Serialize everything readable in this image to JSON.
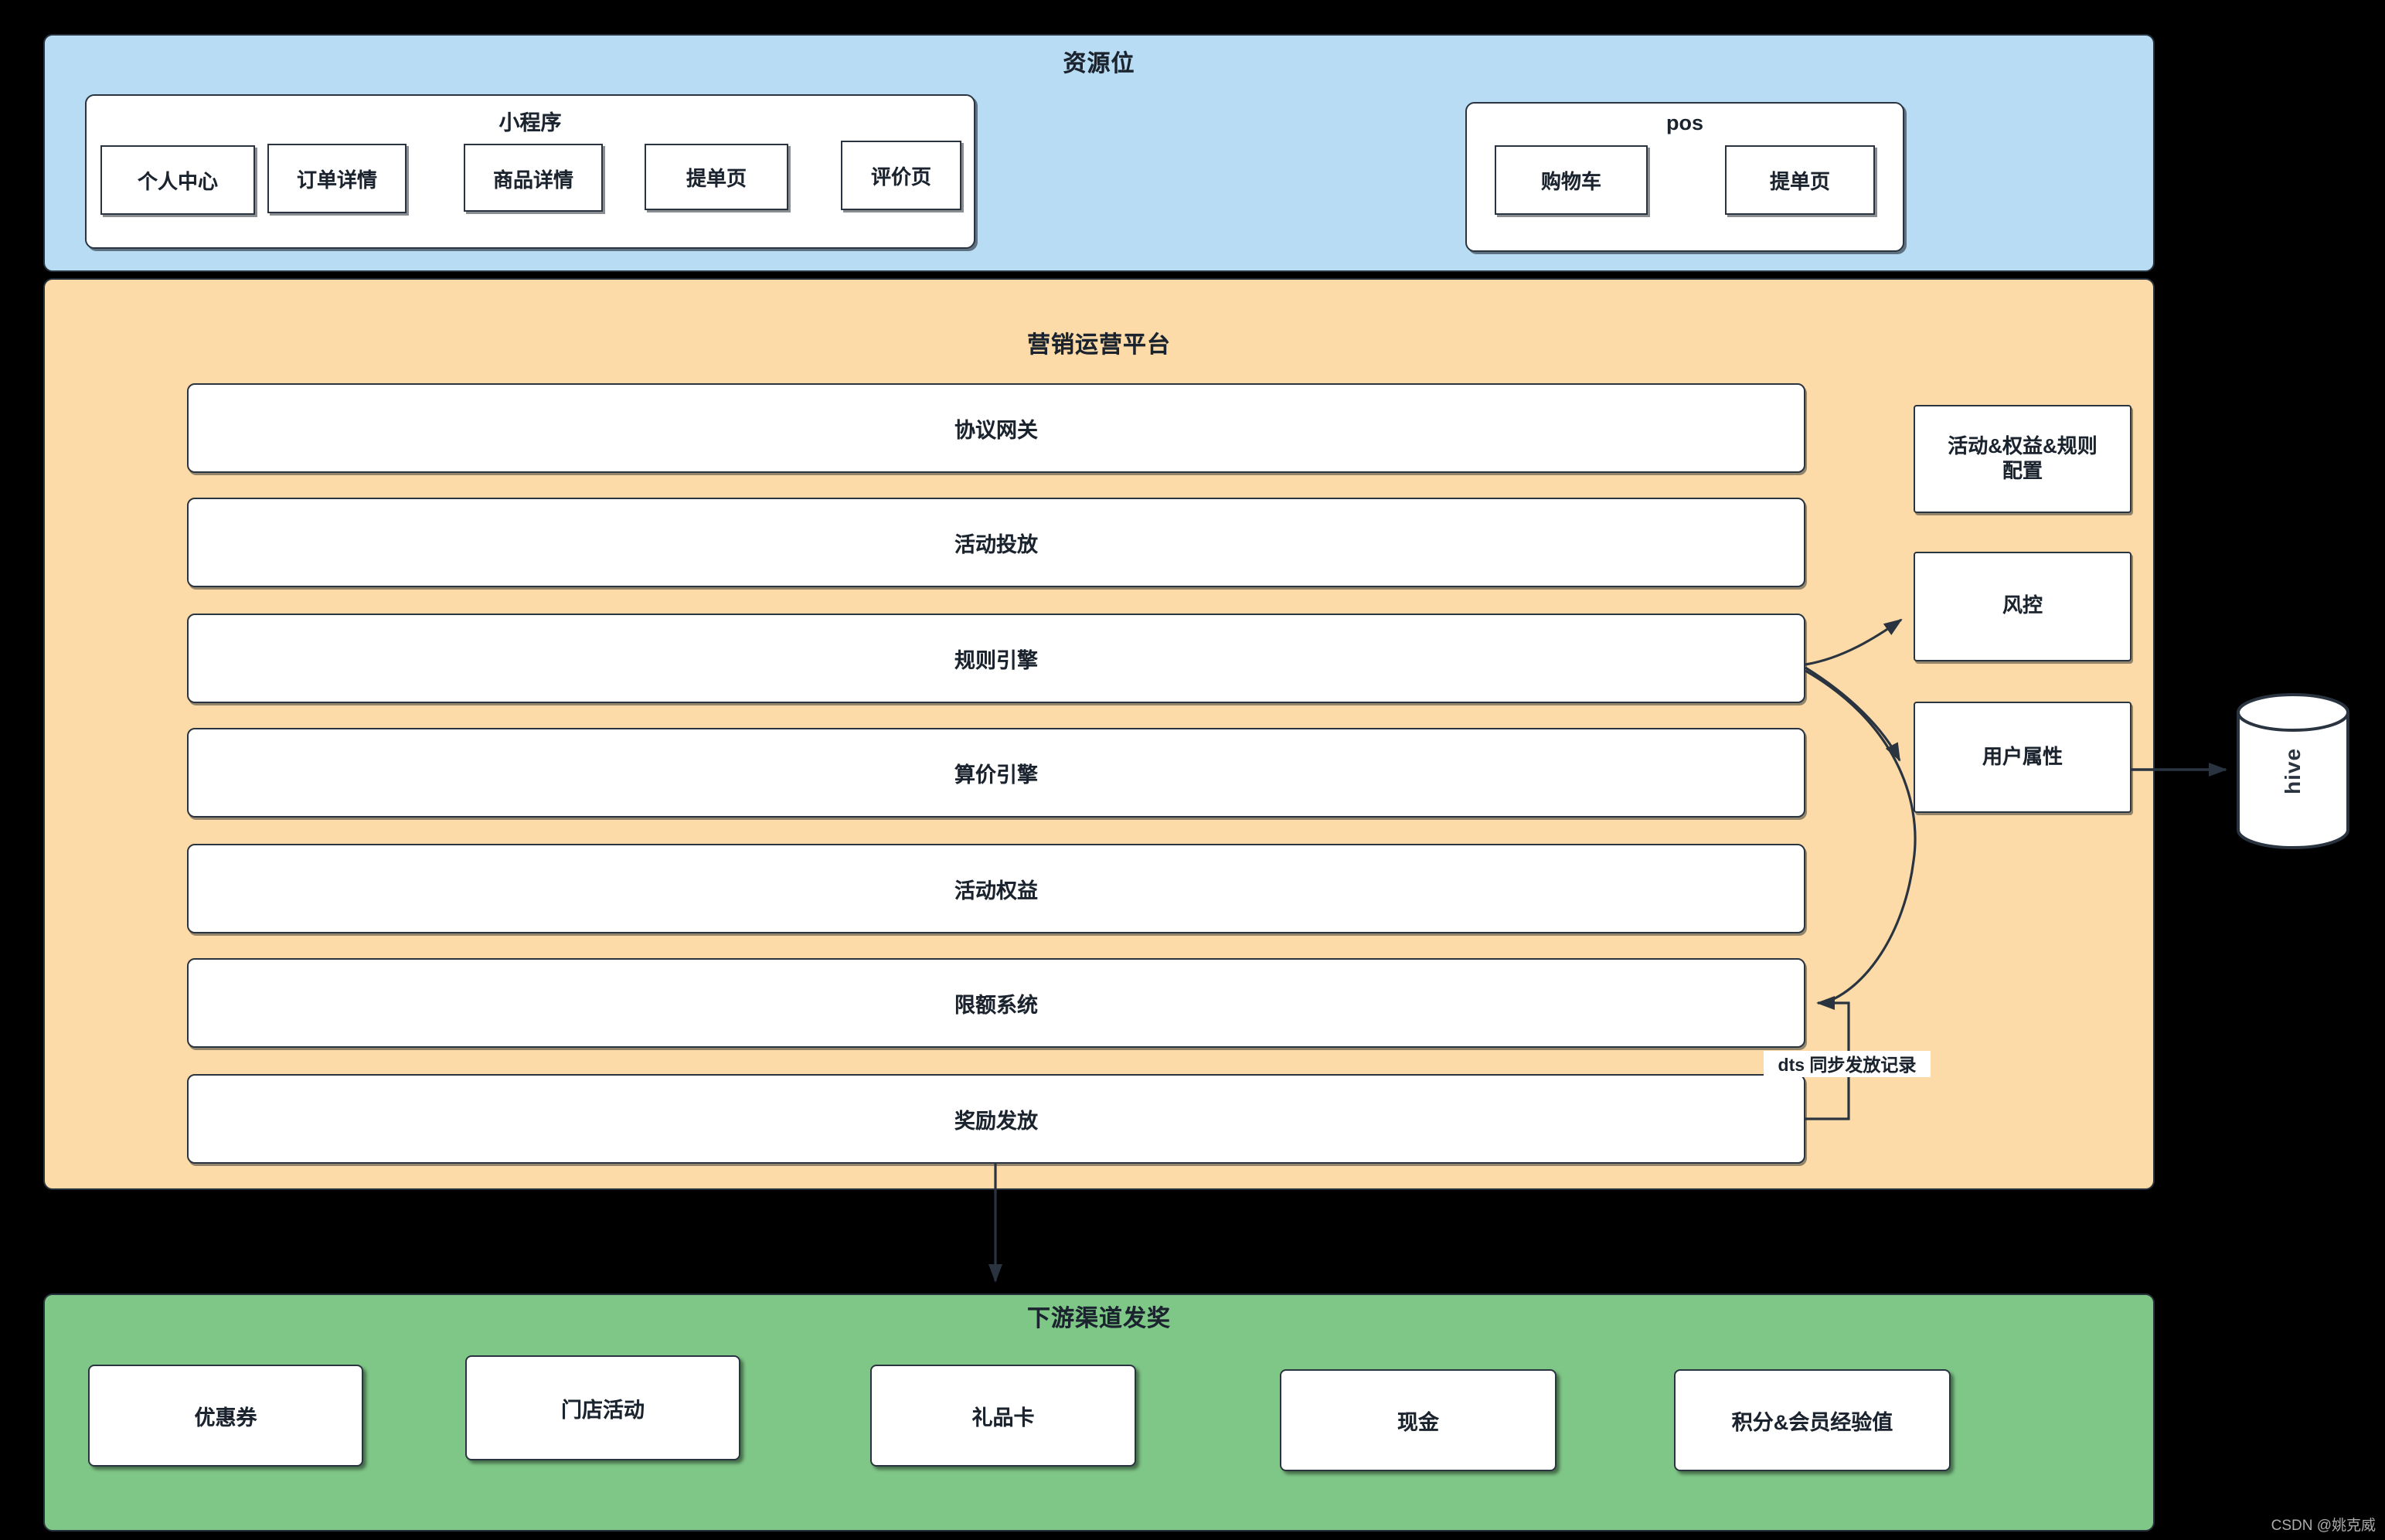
{
  "resource": {
    "title": "资源位",
    "mini_program": {
      "title": "小程序",
      "buttons": [
        "个人中心",
        "订单详情",
        "商品详情",
        "提单页",
        "评价页"
      ]
    },
    "pos": {
      "title": "pos",
      "buttons": [
        "购物车",
        "提单页"
      ]
    }
  },
  "platform": {
    "title": "营销运营平台",
    "pipeline": [
      "协议网关",
      "活动投放",
      "规则引擎",
      "算价引擎",
      "活动权益",
      "限额系统",
      "奖励发放"
    ],
    "side_boxes": [
      "活动&权益&规则\n配置",
      "风控",
      "用户属性"
    ],
    "datastore_label": "hive",
    "dts_label": "dts 同步发放记录"
  },
  "downstream": {
    "title": "下游渠道发奖",
    "channels": [
      "优惠券",
      "门店活动",
      "礼品卡",
      "现金",
      "积分&会员经验值"
    ]
  },
  "watermark": "CSDN @姚克威",
  "colors": {
    "background": "#000000",
    "resource_bg": "#b8dcf4",
    "platform_bg": "#fcdba8",
    "downstream_bg": "#7fc787",
    "box_fill": "#ffffff",
    "line": "#2a3440",
    "text": "#1b242e"
  }
}
